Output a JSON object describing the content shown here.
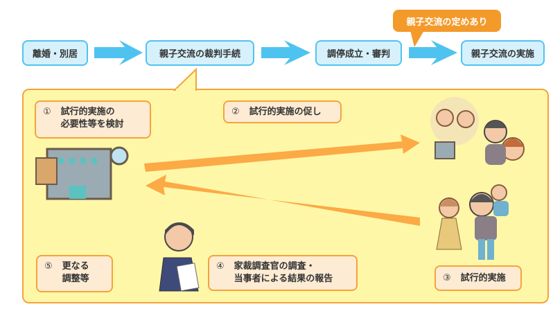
{
  "flow": [
    "離婚・別居",
    "親子交流の裁判手続",
    "調停成立・審判",
    "親子交流の実施"
  ],
  "callout": "親子交流の定めあり",
  "steps": [
    {
      "num": "①",
      "lines": [
        "試行的実施の",
        "必要性等を検討"
      ]
    },
    {
      "num": "②",
      "lines": [
        "試行的実施の促し"
      ]
    },
    {
      "num": "③",
      "lines": [
        "試行的実施"
      ]
    },
    {
      "num": "④",
      "lines": [
        "家裁調査官の調査・",
        "当事者による結果の報告"
      ]
    },
    {
      "num": "⑤",
      "lines": [
        "更なる",
        "調整等"
      ]
    }
  ],
  "colors": {
    "flow_arrow": "#4fc3f0",
    "panel": "#fff7a8",
    "accent": "#f5a33a",
    "callout": "#f39a2b"
  }
}
